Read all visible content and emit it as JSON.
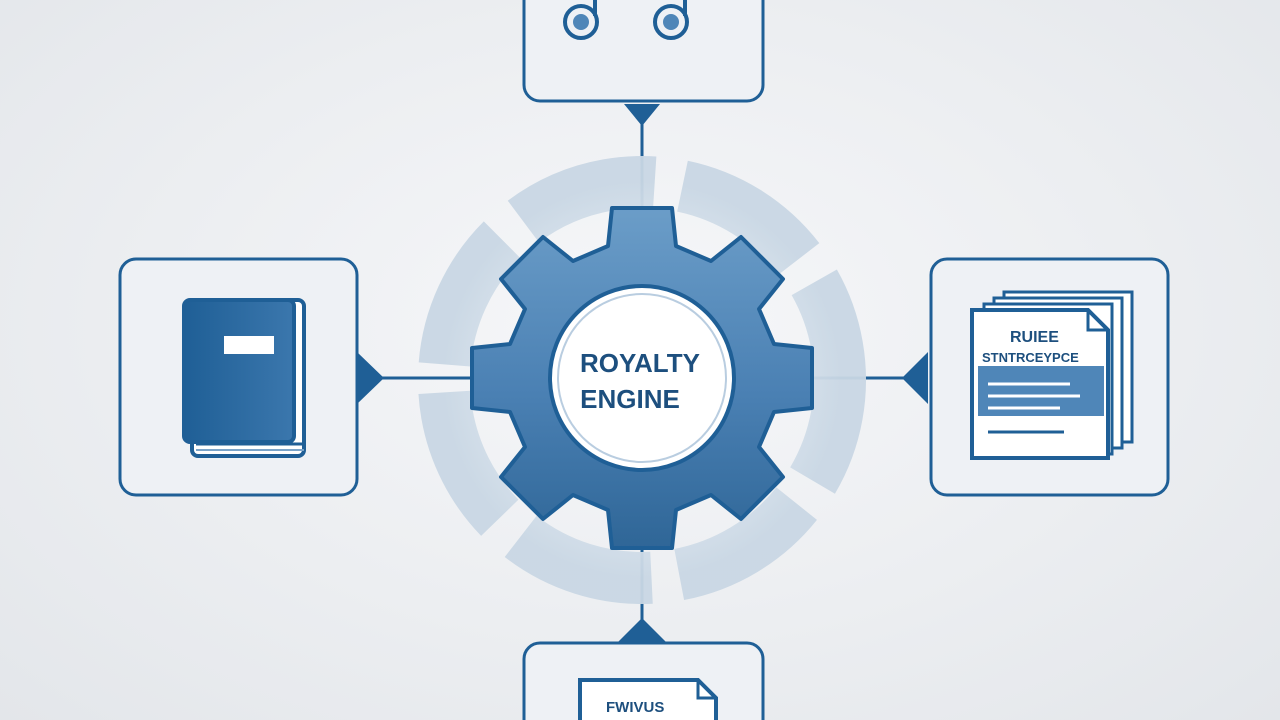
{
  "engine": {
    "label_line1": "ROYALTY",
    "label_line2": "ENGINE"
  },
  "nodes": {
    "top": {
      "icon": "music-note-icon"
    },
    "left": {
      "icon": "book-icon"
    },
    "right": {
      "icon": "document-stack-icon",
      "doc_title": "RUIEE",
      "doc_subtitle": "STNTRCEYPCE"
    },
    "bottom": {
      "icon": "document-icon",
      "doc_title": "FWIVUS"
    }
  },
  "colors": {
    "primary": "#1f5f96",
    "primary_light": "#4f86b8",
    "halo": "#d6e0ea",
    "box_fill": "#eef1f5",
    "background": "#eceef1"
  }
}
